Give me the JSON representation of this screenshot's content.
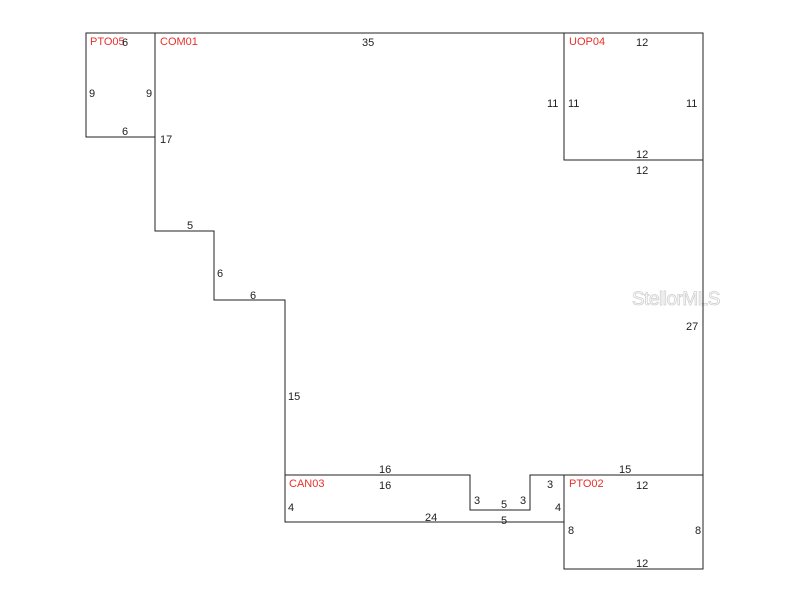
{
  "sketch": {
    "area_labels": {
      "pto05": "PTO05",
      "com01": "COM01",
      "uop04": "UOP04",
      "can03": "CAN03",
      "pto02": "PTO02"
    },
    "dimensions": {
      "pto05_top": "6",
      "pto05_left": "9",
      "pto05_right": "9",
      "pto05_bottom": "6",
      "com01_top": "35",
      "com01_left_upper": "17",
      "step1_horizontal": "5",
      "step1_vertical": "6",
      "step2_horizontal": "6",
      "step2_vertical": "15",
      "uop04_top": "12",
      "uop04_left_outer": "11",
      "uop04_left_inner": "11",
      "uop04_right": "11",
      "uop04_bottom_inner": "12",
      "uop04_bottom_outer": "12",
      "right_side": "27",
      "can03_top_outer": "16",
      "can03_top_inner": "16",
      "can03_left": "4",
      "can03_bottom": "24",
      "notch_left": "3",
      "notch_bottom_inner": "5",
      "notch_right": "3",
      "notch_right_outer": "3",
      "notch_bottom_outer": "5",
      "pto02_top_outer": "15",
      "pto02_top_inner": "12",
      "pto02_left_upper": "4",
      "pto02_left": "8",
      "pto02_right": "8",
      "pto02_bottom": "12"
    },
    "watermark": "StellorMLS"
  },
  "colors": {
    "outline": "#222222",
    "dimension_text": "#222222",
    "area_label": "#e8302a",
    "watermark_stroke": "#d0d0d0"
  }
}
